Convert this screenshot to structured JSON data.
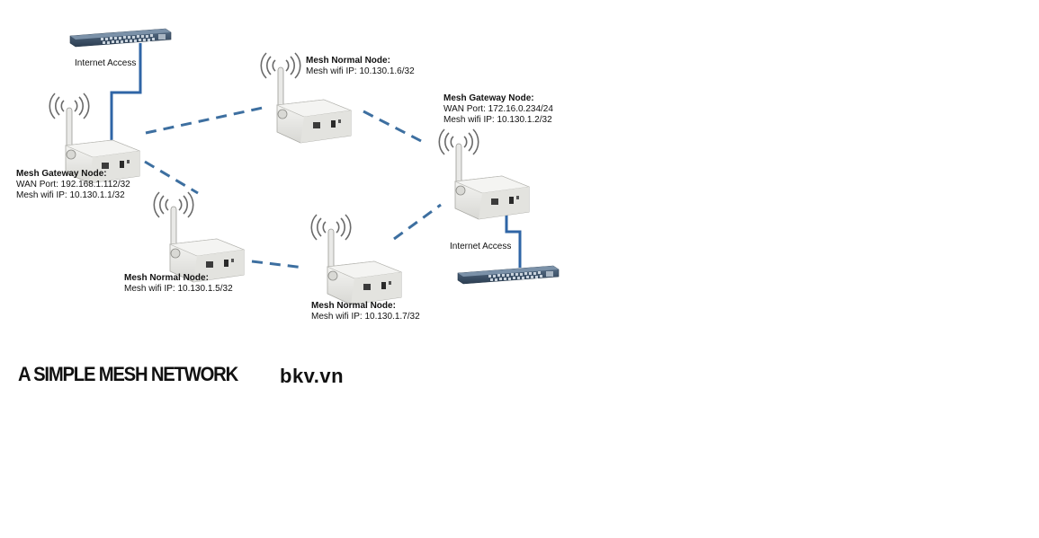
{
  "caption": "A SIMPLE MESH NETWORK",
  "brand": "bkv.vn",
  "internet_access_label": "Internet Access",
  "nodes": [
    {
      "id": "gw1",
      "title": "Mesh Gateway Node:",
      "lines": [
        "WAN Port: 192.168.1.112/32",
        "Mesh wifi IP: 10.130.1.1/32"
      ]
    },
    {
      "id": "n6",
      "title": "Mesh Normal Node:",
      "lines": [
        "Mesh wifi IP: 10.130.1.6/32"
      ]
    },
    {
      "id": "gw2",
      "title": "Mesh Gateway Node:",
      "lines": [
        "WAN Port: 172.16.0.234/24",
        "Mesh wifi IP: 10.130.1.2/32"
      ]
    },
    {
      "id": "n5",
      "title": "Mesh Normal Node:",
      "lines": [
        "Mesh wifi IP: 10.130.1.5/32"
      ]
    },
    {
      "id": "n7",
      "title": "Mesh Normal Node:",
      "lines": [
        "Mesh wifi IP: 10.130.1.7/32"
      ]
    }
  ],
  "colors": {
    "wifi_link": "#3d6fa0",
    "wired_link": "#2f65a6",
    "switch_body": "#3a5068",
    "router_body": "#ececea"
  }
}
